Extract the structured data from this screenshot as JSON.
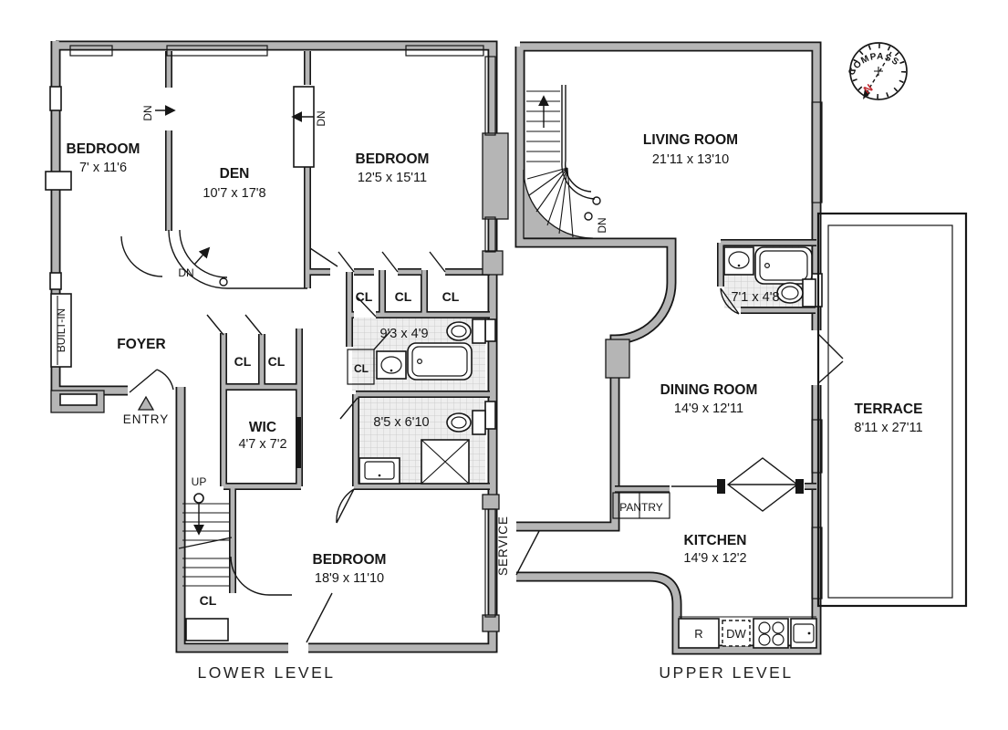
{
  "compass": {
    "label": "COMPASS",
    "north_label": "N"
  },
  "lower": {
    "level_label": "LOWER LEVEL",
    "bedroom1": {
      "name": "BEDROOM",
      "dims": "7' x 11'6"
    },
    "den": {
      "name": "DEN",
      "dims": "10'7 x 17'8"
    },
    "bedroom2": {
      "name": "BEDROOM",
      "dims": "12'5 x 15'11"
    },
    "bedroom3": {
      "name": "BEDROOM",
      "dims": "18'9 x 11'10"
    },
    "bath1": {
      "dims": "9'3 x 4'9"
    },
    "bath2": {
      "dims": "8'5 x 6'10"
    },
    "foyer": {
      "name": "FOYER"
    },
    "wic": {
      "name": "WIC",
      "dims": "4'7 x 7'2"
    },
    "builtin_label": "BUILT-IN",
    "entry_label": "ENTRY",
    "up_label": "UP",
    "dn_label": "DN",
    "closets": [
      "CL",
      "CL",
      "CL",
      "CL",
      "CL",
      "CL",
      "CL"
    ]
  },
  "upper": {
    "level_label": "UPPER LEVEL",
    "living": {
      "name": "LIVING ROOM",
      "dims": "21'11 x 13'10"
    },
    "bath": {
      "dims": "7'1 x 4'8"
    },
    "dining": {
      "name": "DINING ROOM",
      "dims": "14'9 x 12'11"
    },
    "kitchen": {
      "name": "KITCHEN",
      "dims": "14'9 x 12'2"
    },
    "terrace": {
      "name": "TERRACE",
      "dims": "8'11 x 27'11"
    },
    "pantry_label": "PANTRY",
    "service_label": "SERVICE",
    "dn_label": "DN",
    "appliances": {
      "refrigerator": "R",
      "dishwasher": "DW"
    }
  },
  "colors": {
    "wall_fill": "#b5b5b5",
    "line": "#161616",
    "tile": "#eeeeee",
    "deck_stripe": "#d8d8d8",
    "north": "#c0272d"
  }
}
